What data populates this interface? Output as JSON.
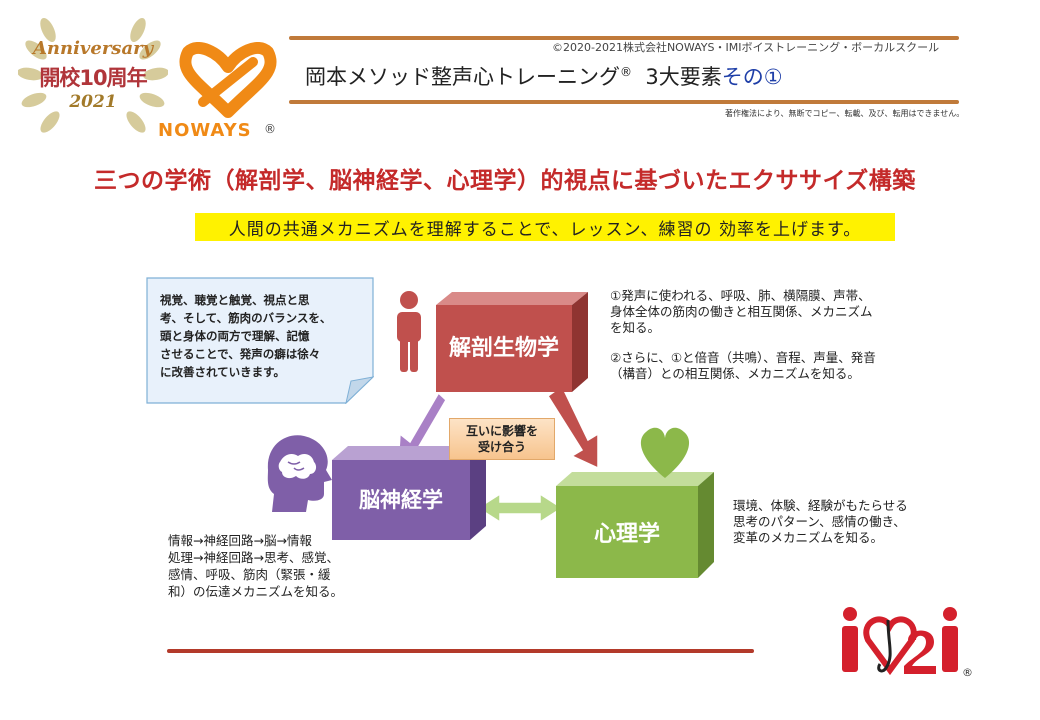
{
  "badge": {
    "anniversary": "Anniversary",
    "kaiko": "開校10周年",
    "year": "2021",
    "colors": {
      "gold": "#b8782a",
      "red": "#b0353a",
      "laurel": "#cfc38a"
    }
  },
  "logo": {
    "wordmark": "NOWAYS",
    "reg": "®",
    "color": "#f08a16"
  },
  "header": {
    "copyright": "©2020-2021株式会社NOWAYS・IMIボイストレーニング・ボーカルスクール",
    "title_main": "岡本メソッド整声心トレーニング",
    "title_reg": "®",
    "title_count": "3大要素",
    "title_sub": "その①",
    "notice": "著作権法により、無断でコピー、転載、及び、転用はできません。",
    "line_color": "#c07a3a"
  },
  "heading": "三つの学術（解剖学、脳神経学、心理学）的視点に基づいたエクササイズ構築",
  "banner": "人間の共通メカニズムを理解することで、レッスン、練習の 効率を上げます。",
  "note": {
    "lines": [
      "視覚、聴覚と触覚、視点と思",
      "考、そして、筋肉のバランスを、",
      "頭と身体の両方で理解、記憶",
      "させることで、発声の癖は徐々",
      "に改善されていきます。"
    ]
  },
  "boxes": {
    "anatomy": {
      "label": "解剖生物学",
      "color": "#c0504d"
    },
    "neuro": {
      "label": "脳神経学",
      "color": "#7f5fa8"
    },
    "psych": {
      "label": "心理学",
      "color": "#8cb84a"
    }
  },
  "mutual": {
    "line1": "互いに影響を",
    "line2": "受け合う"
  },
  "anatomy_text": {
    "p1": [
      "①発声に使われる、呼吸、肺、横隔膜、声帯、",
      "身体全体の筋肉の働きと相互関係、メカニズム",
      "を知る。"
    ],
    "p2": [
      "②さらに、①と倍音（共鳴）、音程、声量、発音",
      "（構音）との相互関係、メカニズムを知る。"
    ]
  },
  "psych_text": [
    "環境、体験、経験がもたらせる",
    "思考のパターン、感情の働き、",
    "変革のメカニズムを知る。"
  ],
  "neuro_text": [
    "情報→神経回路→脳→情報",
    "処理→神経回路→思考、感覚、",
    "感情、呼吸、筋肉（緊張・緩",
    "和）の伝達メカニズムを知る。"
  ],
  "imi_logo": {
    "letters": "i♡2i",
    "reg": "®",
    "color": "#d4202c"
  },
  "icons": {
    "person": "person-icon",
    "brain": "brain-head-icon",
    "heart": "heart-icon"
  }
}
